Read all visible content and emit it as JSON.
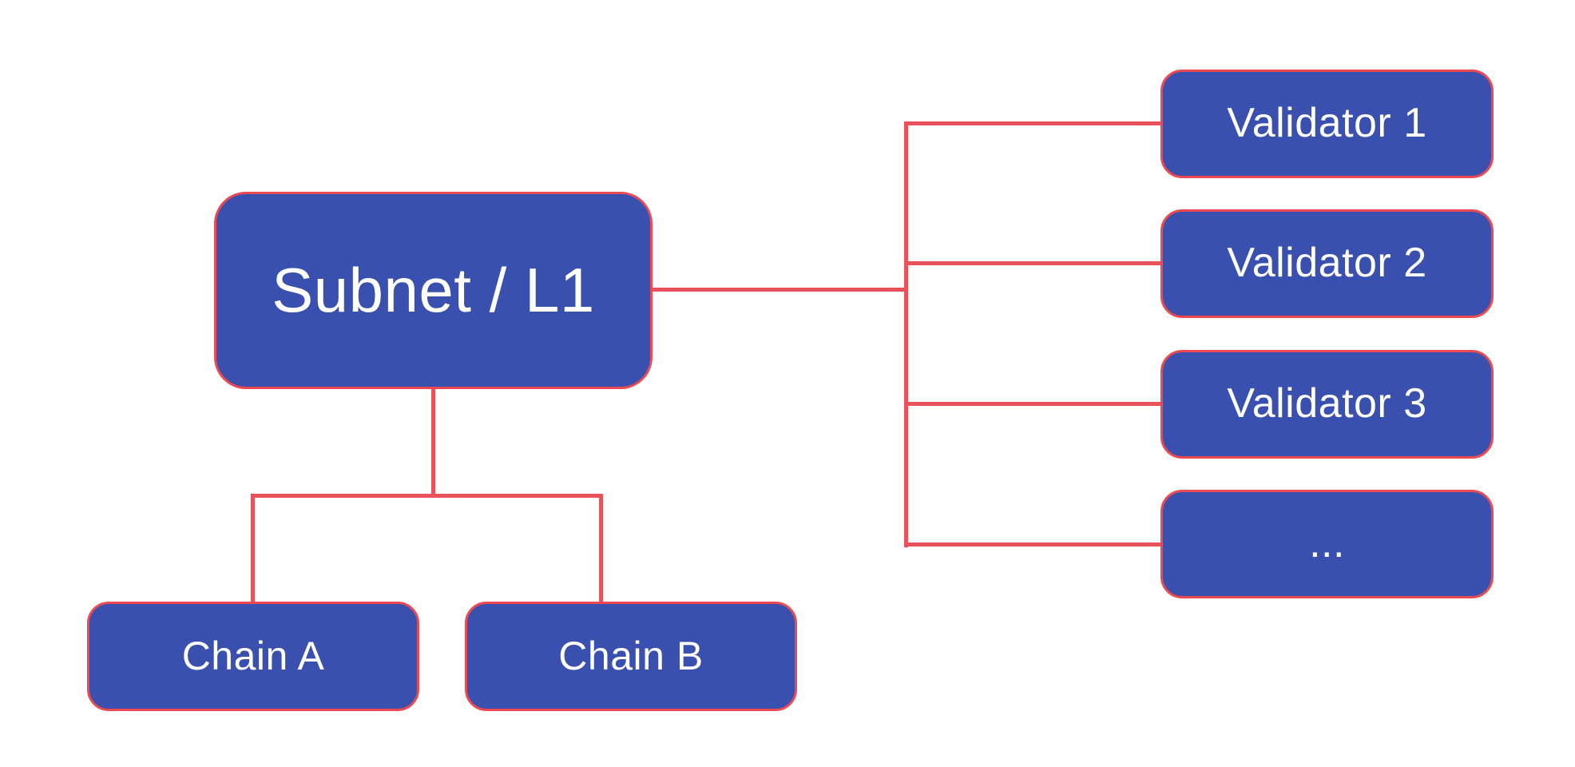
{
  "diagram": {
    "background": "#FFFFFF",
    "colors": {
      "node_fill": "#3A50AF",
      "node_border": "#EB4A52",
      "connector": "#E9525A",
      "label_text": "#FFFFFF"
    },
    "nodes": {
      "subnet": {
        "label": "Subnet / L1"
      },
      "chain_a": {
        "label": "Chain A"
      },
      "chain_b": {
        "label": "Chain B"
      },
      "validator_1": {
        "label": "Validator 1"
      },
      "validator_2": {
        "label": "Validator 2"
      },
      "validator_3": {
        "label": "Validator 3"
      },
      "validator_more": {
        "label": "..."
      }
    }
  }
}
